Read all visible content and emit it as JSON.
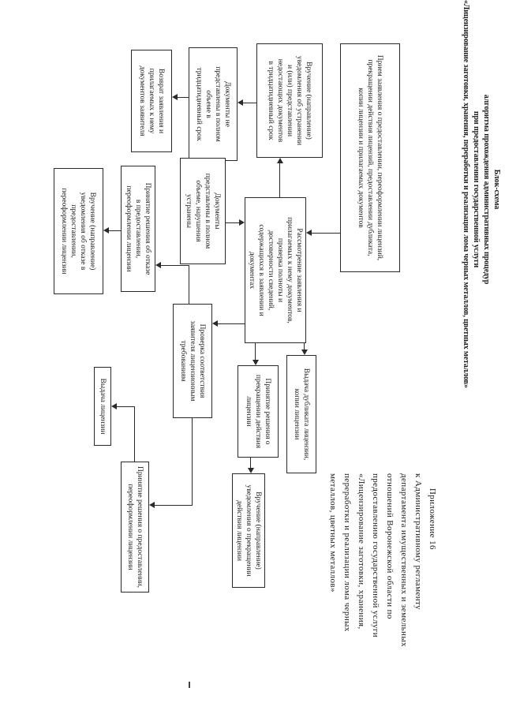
{
  "document": {
    "title_lines": [
      "Блок-схема",
      "алгоритма прохождения административных процедур",
      "при предоставлении государственной услуги",
      "«Лицензирование заготовки, хранения, переработки и реализации лома черных металлов, цветных металлов»"
    ],
    "annex_note": "      Приложение 16\nк Административному регламенту\nдепартамента имущественных и земельных\nотношений Воронежской области по\nпредоставлению государственной услуги\n«Лицензирование заготовки, хранения,\nпереработки и реализации лома черных\nметаллов, цветных металлов»"
  },
  "flowchart": {
    "boxes": {
      "receive": {
        "label": "Прием заявления о предоставлении, переоформлении лицензий,\nпрекращении действия лицензий, предоставлении дубликата,\nкопии лицензии и прилагаемых документов"
      },
      "notice_fix": {
        "label": "Вручение (направление)\nуведомления об устранении\nи (или) представлении\nнедостающих документов\nв тридцатидневный срок"
      },
      "review": {
        "label": "Рассмотрение заявления и\nприлагаемых к нему документов,\nпроверка полноты и\nдостоверности сведений,\nсодержащихся в заявлении и\nдокументах"
      },
      "not_submitted": {
        "label": "Документы не\nпредставлены в полном\nобъеме в\nтридцатидневный срок"
      },
      "submitted_ok": {
        "label": "Документы\nпредставлены в полном\nобъеме, нарушения\nустранены"
      },
      "returned": {
        "label": "Возврат заявления и\nприлагаемых к нему\nдокументов заявителя"
      },
      "check_compliance": {
        "label": "Проверка соответствия\nзаявителя лицензионным\nтребованиям"
      },
      "duplicate": {
        "label": "Выдача дубликата лицензии,\nкопии лицензии"
      },
      "decision_terminate": {
        "label": "Принятие решения о\nпрекращении действия\nлицензии"
      },
      "notice_terminate": {
        "label": "Вручение (направление)\nуведомления о прекращении\nдействия лицензии"
      },
      "decision_refuse": {
        "label": "Принятие решения об отказе\nв предоставлении,\nпереоформлении лицензии"
      },
      "notice_refuse": {
        "label": "Вручение (направление)\nуведомления об отказе в\nпредоставлении,\nпереоформлении лицензии"
      },
      "decision_grant": {
        "label": "Принятие решения о предоставлении,\nпереоформлении лицензии"
      },
      "issue_license": {
        "label": "Выдача лицензии"
      }
    }
  },
  "colors": {
    "ink": "#1a1a1a",
    "line": "#2a2a2a",
    "background": "#ffffff"
  }
}
